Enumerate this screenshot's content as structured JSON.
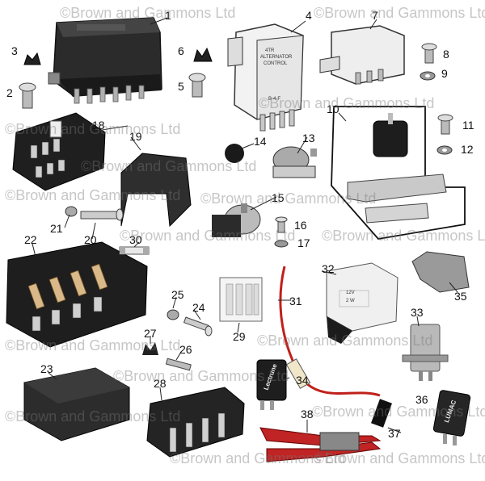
{
  "watermark": "©Brown and Gammons Ltd",
  "parts": [
    {
      "number": "1"
    },
    {
      "number": "2"
    },
    {
      "number": "3"
    },
    {
      "number": "4"
    },
    {
      "number": "5"
    },
    {
      "number": "6"
    },
    {
      "number": "7"
    },
    {
      "number": "8"
    },
    {
      "number": "9"
    },
    {
      "number": "10"
    },
    {
      "number": "11"
    },
    {
      "number": "12"
    },
    {
      "number": "13"
    },
    {
      "number": "14"
    },
    {
      "number": "15"
    },
    {
      "number": "16"
    },
    {
      "number": "17"
    },
    {
      "number": "18"
    },
    {
      "number": "19"
    },
    {
      "number": "20"
    },
    {
      "number": "21"
    },
    {
      "number": "22"
    },
    {
      "number": "23"
    },
    {
      "number": "24"
    },
    {
      "number": "25"
    },
    {
      "number": "26"
    },
    {
      "number": "27"
    },
    {
      "number": "28"
    },
    {
      "number": "29"
    },
    {
      "number": "30"
    },
    {
      "number": "31"
    },
    {
      "number": "32"
    },
    {
      "number": "33"
    },
    {
      "number": "34"
    },
    {
      "number": "35"
    },
    {
      "number": "36"
    },
    {
      "number": "37"
    },
    {
      "number": "38"
    }
  ],
  "component_text": {
    "alternator_label": [
      "4TR",
      "ALTERNATOR",
      "CONTROL"
    ],
    "flasher_label": [
      "12V",
      "2 W"
    ],
    "sticker_label": "B·4·F",
    "flasher_34_label": "Lectrune",
    "flasher_36_label": "LUMAC"
  }
}
